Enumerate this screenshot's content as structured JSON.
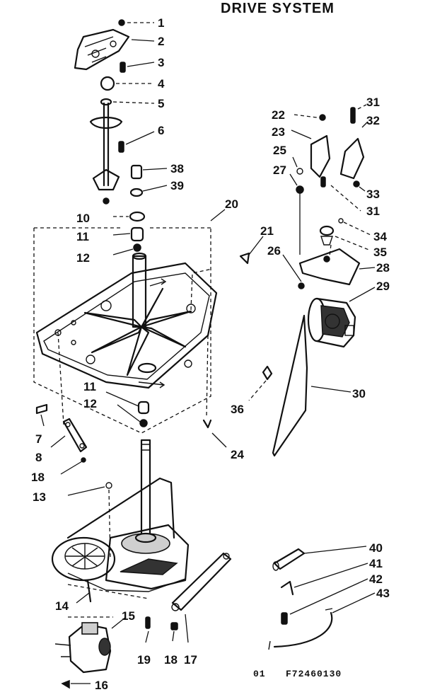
{
  "title": "DRIVE SYSTEM",
  "footer": {
    "left_code": "01",
    "part_code": "F72460130"
  },
  "callouts": [
    "1",
    "2",
    "3",
    "4",
    "5",
    "6",
    "38",
    "39",
    "20",
    "10",
    "11",
    "12",
    "21",
    "22",
    "23",
    "25",
    "27",
    "31",
    "32",
    "33",
    "34",
    "35",
    "26",
    "28",
    "29",
    "11",
    "12",
    "7",
    "8",
    "18",
    "24",
    "36",
    "30",
    "13",
    "40",
    "41",
    "42",
    "43",
    "14",
    "15",
    "19",
    "18",
    "17",
    "16",
    "31"
  ]
}
